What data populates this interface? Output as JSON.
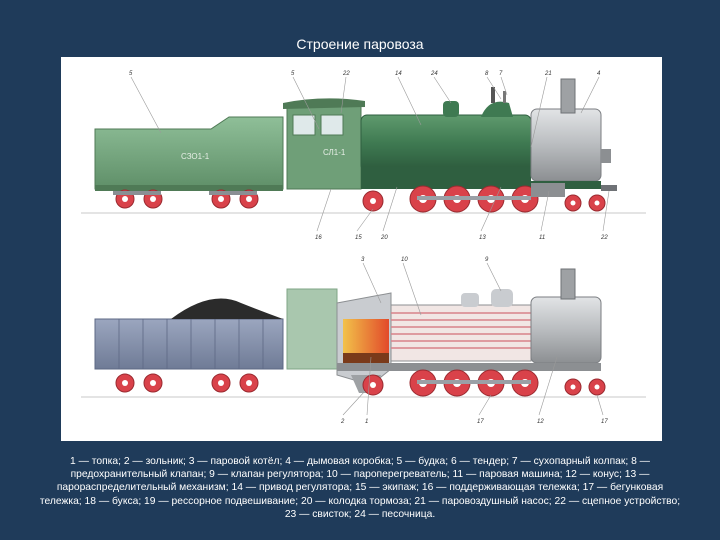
{
  "title": "Строение паровоза",
  "figure": {
    "tender_number": "СЗО1-1",
    "cab_number": "СЛ1-1",
    "top_callouts_above": [
      "5",
      "5",
      "22",
      "14",
      "24",
      "8",
      "7",
      "21",
      "4"
    ],
    "top_callouts_below": [
      "16",
      "15",
      "20",
      "13",
      "11",
      "22"
    ],
    "bottom_callouts_above": [
      "3",
      "10",
      "9"
    ],
    "bottom_callouts_below": [
      "2",
      "1",
      "17",
      "12",
      "17"
    ],
    "colors": {
      "body_green": "#6f9f78",
      "boiler_green": "#3f7a52",
      "dark_green": "#2f5f40",
      "smokebox_gray": "#b9bcbf",
      "wheel_red": "#d9424a",
      "wagon_blue": "#7e8aa6",
      "coal": "#2b2b2b",
      "fire": "#e24a2a"
    }
  },
  "caption": "1 — топка; 2 — зольник; 3 — паровой котёл; 4 — дымовая коробка; 5 — будка; 6 — тендер; 7 — сухопарный колпак; 8 — предохранительный клапан; 9 — клапан регулятора; 10 — пароперегреватель; 11 — паровая машина; 12 — конус; 13 — парораспределительный механизм; 14 — привод регулятора; 15 — экипаж; 16 — поддерживающая тележка; 17 — бегунковая тележка; 18 — букса; 19 — рессорное подвешивание; 20 — колодка тормоза; 21 — паровоздушный насос; 22 — сцепное устройство; 23 — свисток; 24 — песочница."
}
